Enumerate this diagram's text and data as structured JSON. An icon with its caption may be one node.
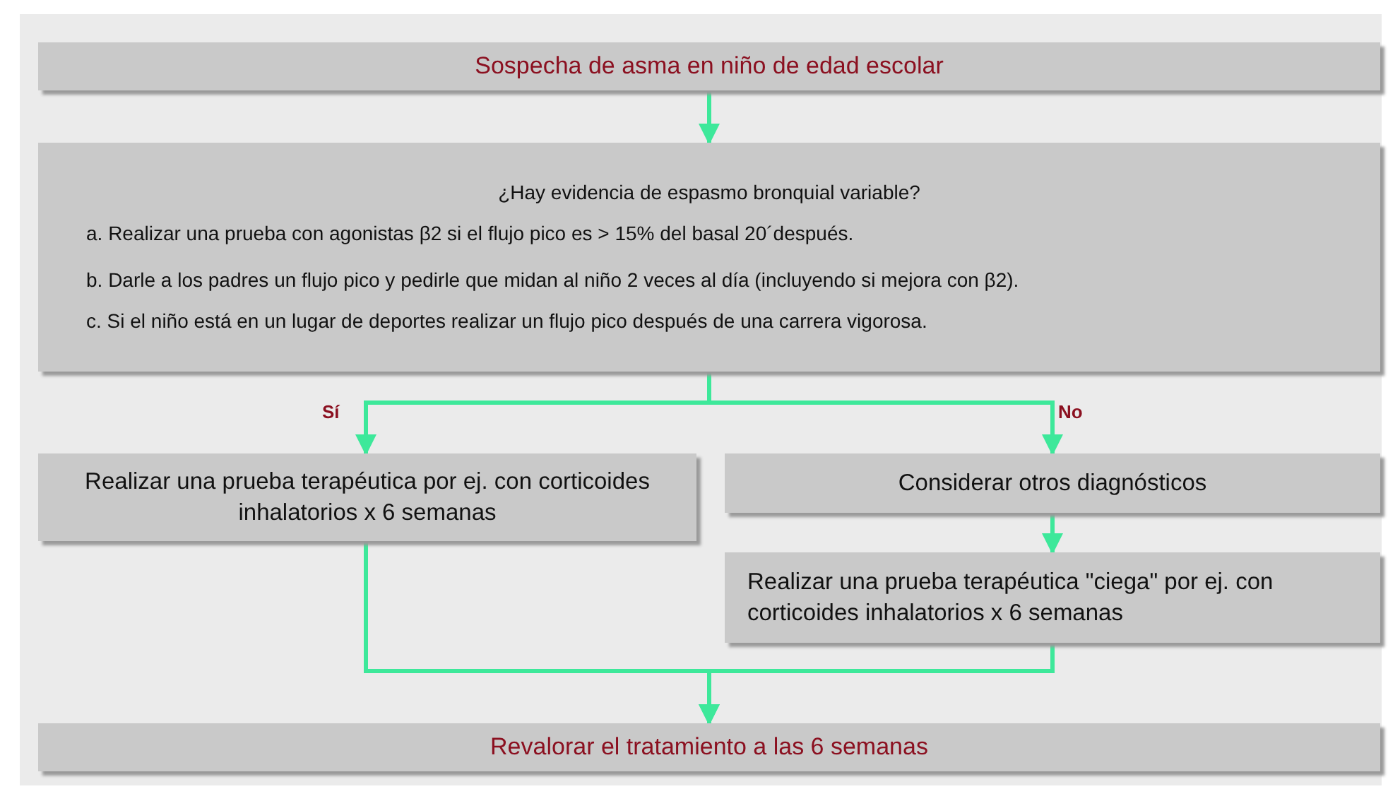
{
  "diagram": {
    "nodes": [
      {
        "text": [
          "Sospecha de asma en niño de edad escolar"
        ]
      },
      {
        "text": [
          "¿Hay evidencia de espasmo bronquial variable?",
          "a. Realizar una prueba con agonistas β2 si el flujo pico es > 15% del basal 20´después.",
          "b. Darle a los padres un flujo pico y pedirle que midan al niño 2 veces al día (incluyendo si mejora con  β2).",
          "c. Si el niño está en un lugar de deportes realizar un flujo pico después de una carrera vigorosa."
        ]
      },
      {
        "text": [
          "Realizar una prueba terapéutica por ej. con corticoides inhalatorios x 6 semanas"
        ]
      },
      {
        "text": [
          "Considerar otros diagnósticos"
        ]
      },
      {
        "text": [
          "Realizar una prueba terapéutica \"ciega\" por ej. con corticoides inhalatorios x 6 semanas"
        ]
      },
      {
        "text": [
          "Revalorar el tratamiento a las 6 semanas"
        ]
      }
    ],
    "edges": [
      {
        "from": 0,
        "to": 1,
        "arrow": "to"
      },
      {
        "from": 1,
        "to": 2,
        "arrow": "to",
        "label": "Sí"
      },
      {
        "from": 1,
        "to": 3,
        "arrow": "to",
        "label": "No"
      },
      {
        "from": 3,
        "to": 4,
        "arrow": "to"
      },
      {
        "from": 2,
        "to": 5,
        "arrow": "to"
      },
      {
        "from": 4,
        "to": 5,
        "arrow": "to"
      }
    ]
  }
}
